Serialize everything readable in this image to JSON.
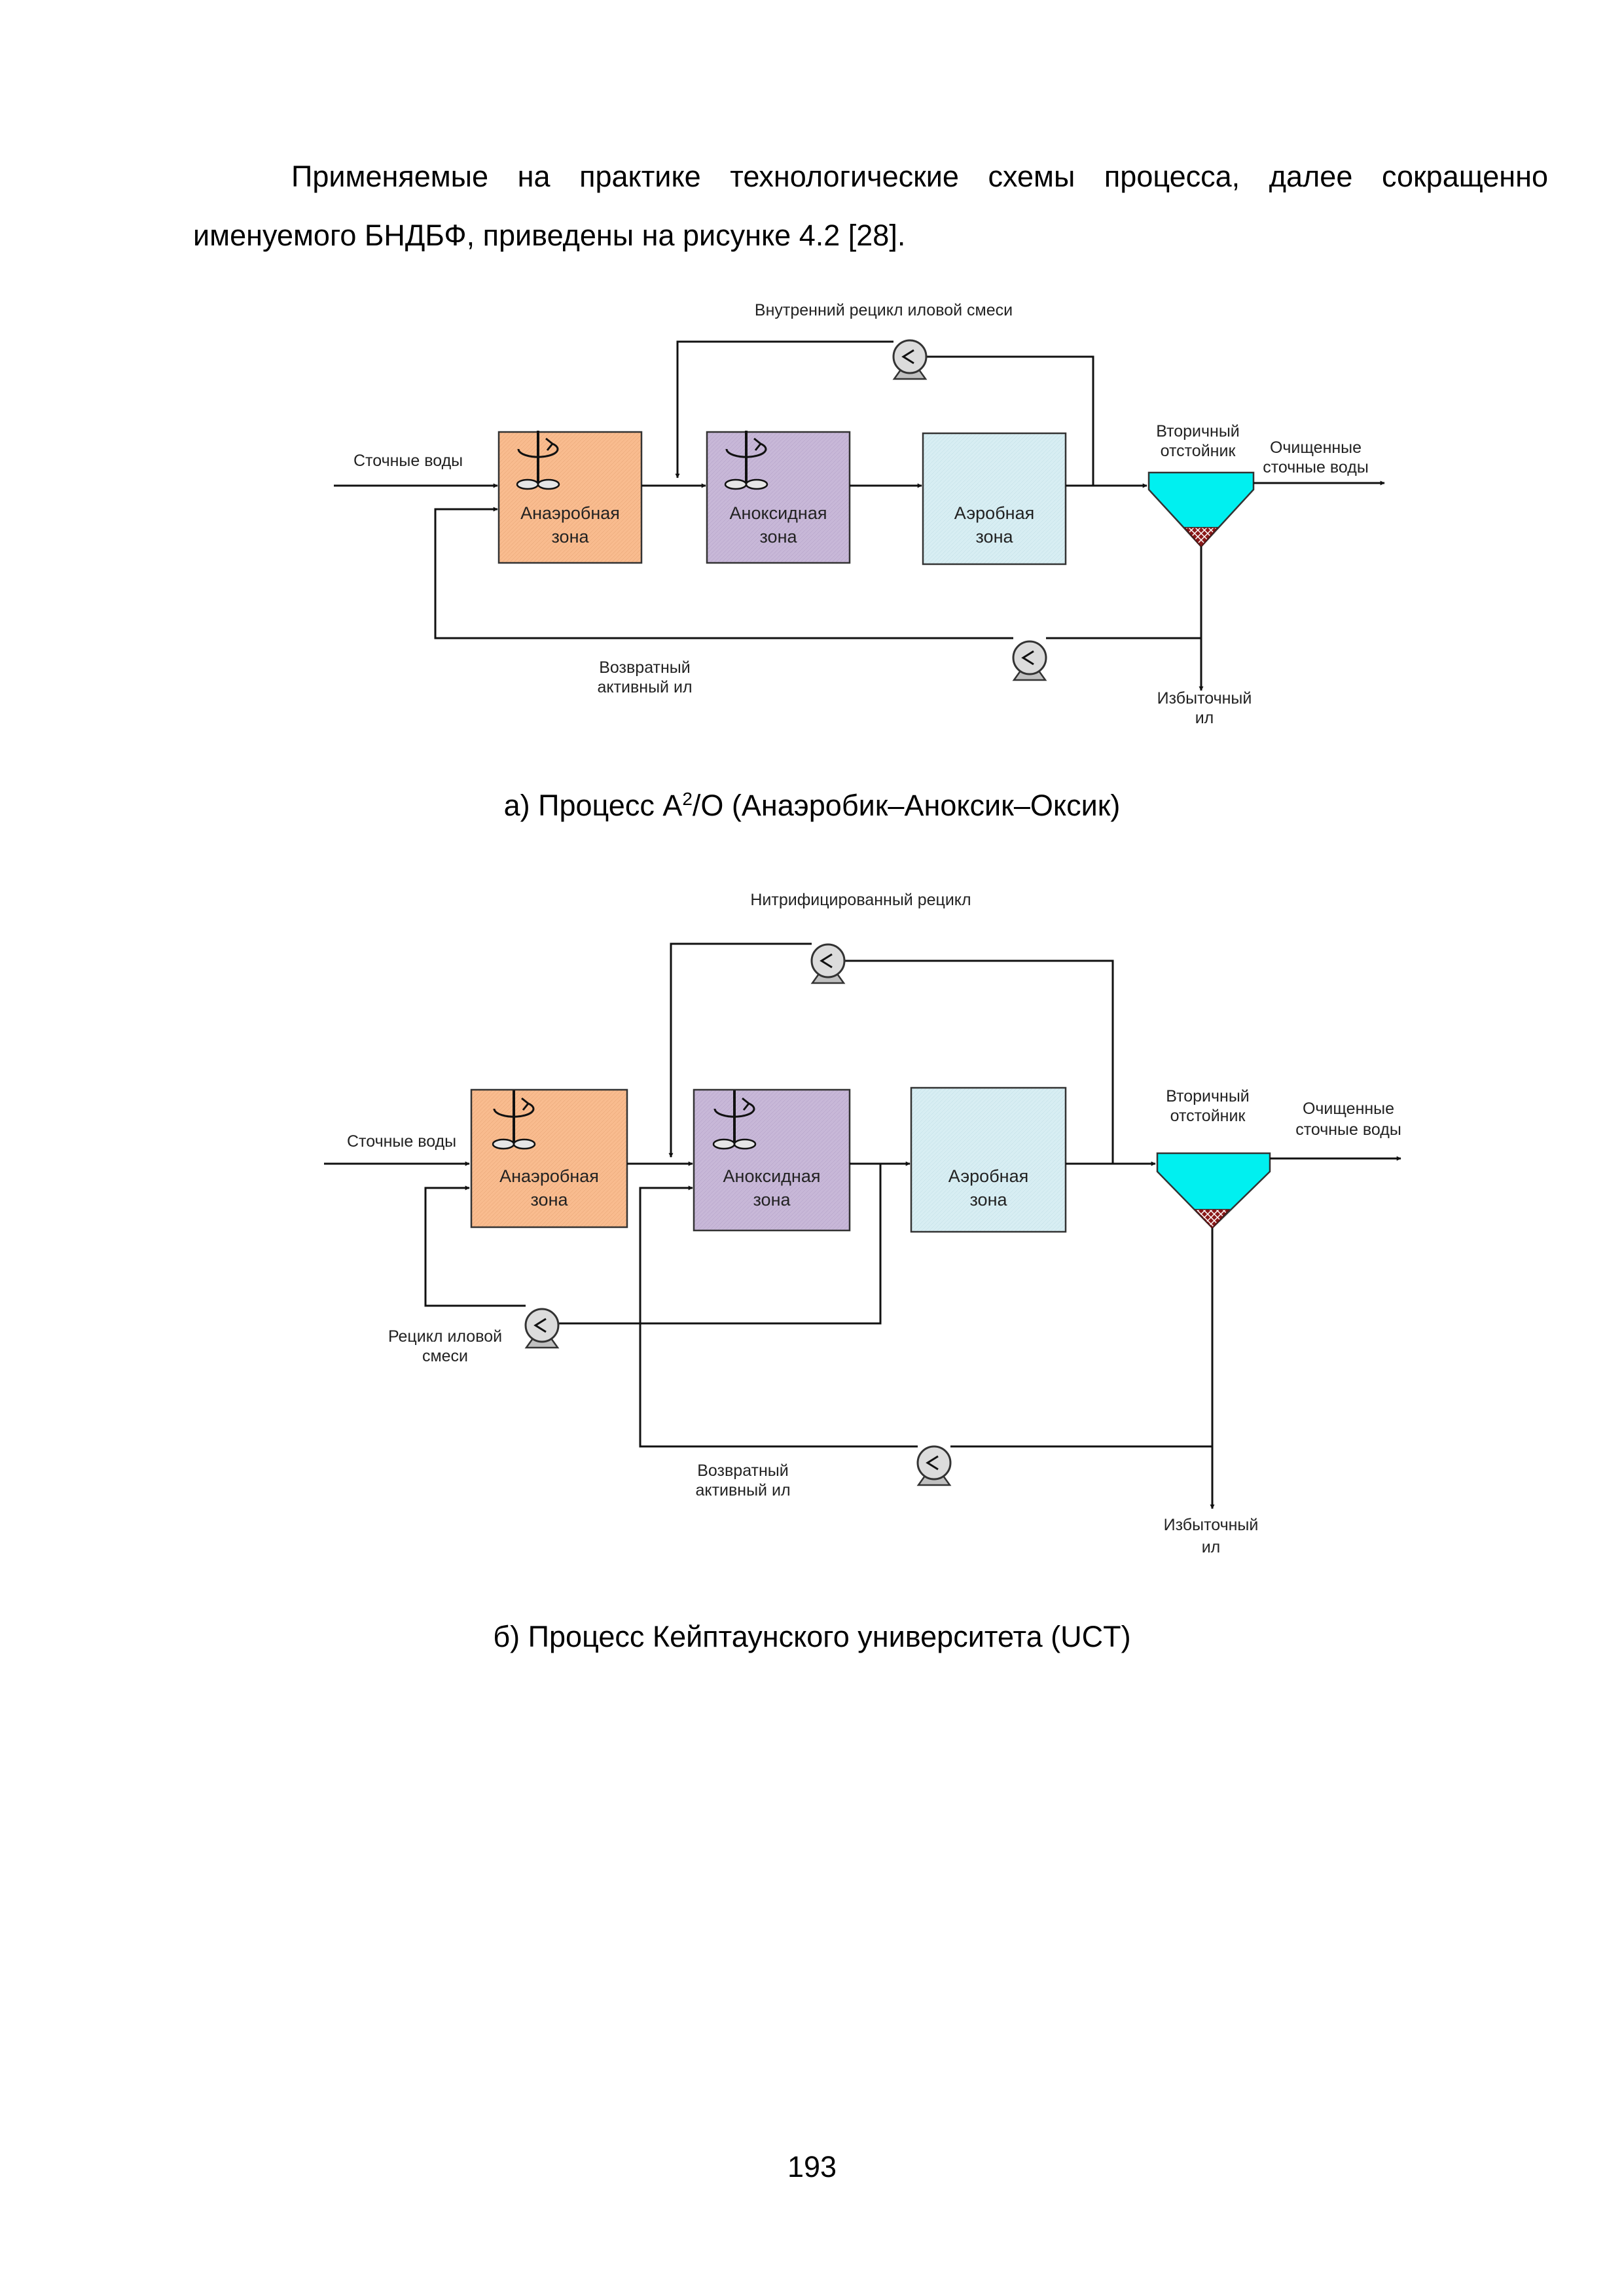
{
  "paragraph": {
    "line1": "Применяемые на практике технологические схемы процесса, далее сокращенно",
    "line2": "именуемого БНДБФ, приведены на рисунке 4.2 [28]."
  },
  "figure_a": {
    "internal_recycle": "Внутренний рецикл иловой смеси",
    "influent": "Сточные воды",
    "anaerobic": [
      "Анаэробная",
      "зона"
    ],
    "anoxic": [
      "Аноксидная",
      "зона"
    ],
    "aerobic": [
      "Аэробная",
      "зона"
    ],
    "clarifier": [
      "Вторичный",
      "отстойник"
    ],
    "effluent": [
      "Очищенные",
      "сточные воды"
    ],
    "ras": [
      "Возвратный",
      "активный ил"
    ],
    "was": [
      "Избыточный",
      "ил"
    ],
    "caption_pre": "а) Процесс А",
    "caption_sup": "2",
    "caption_post": "/О (Анаэробик–Аноксик–Оксик)"
  },
  "figure_b": {
    "nitrified_recycle": "Нитрифицированный рецикл",
    "influent": "Сточные воды",
    "anaerobic": [
      "Анаэробная",
      "зона"
    ],
    "anoxic": [
      "Аноксидная",
      "зона"
    ],
    "aerobic": [
      "Аэробная",
      "зона"
    ],
    "clarifier": [
      "Вторичный",
      "отстойник"
    ],
    "effluent": [
      "Очищенные",
      "сточные воды"
    ],
    "mixed_recycle": [
      "Рецикл иловой",
      "смеси"
    ],
    "ras": [
      "Возвратный",
      "активный ил"
    ],
    "was": [
      "Избыточный",
      "ил"
    ],
    "caption": "б) Процесс Кейптаунского университета (UCT)"
  },
  "page_number": "193",
  "colors": {
    "anaerobic": "#f9bc8f",
    "anoxic": "#c8b8d8",
    "aerobic": "#d8eef3",
    "clarifier": "#00f0f0",
    "sludge": "#8b1a1a",
    "line": "#111111"
  }
}
